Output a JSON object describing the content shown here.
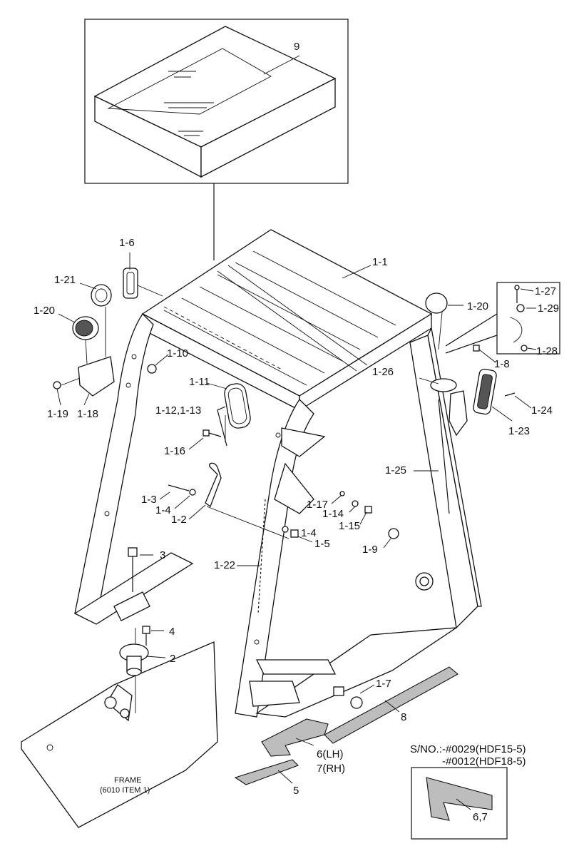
{
  "parts": [
    {
      "id": "9",
      "label": "9"
    },
    {
      "id": "1-1",
      "label": "1-1"
    },
    {
      "id": "1-2",
      "label": "1-2"
    },
    {
      "id": "1-3",
      "label": "1-3"
    },
    {
      "id": "1-4a",
      "label": "1-4"
    },
    {
      "id": "1-4b",
      "label": "1-4"
    },
    {
      "id": "1-5",
      "label": "1-5"
    },
    {
      "id": "1-6",
      "label": "1-6"
    },
    {
      "id": "1-7",
      "label": "1-7"
    },
    {
      "id": "1-8",
      "label": "1-8"
    },
    {
      "id": "1-9",
      "label": "1-9"
    },
    {
      "id": "1-10",
      "label": "1-10"
    },
    {
      "id": "1-11",
      "label": "1-11"
    },
    {
      "id": "1-12-13",
      "label": "1-12,1-13"
    },
    {
      "id": "1-14",
      "label": "1-14"
    },
    {
      "id": "1-15",
      "label": "1-15"
    },
    {
      "id": "1-16",
      "label": "1-16"
    },
    {
      "id": "1-17",
      "label": "1-17"
    },
    {
      "id": "1-18",
      "label": "1-18"
    },
    {
      "id": "1-19",
      "label": "1-19"
    },
    {
      "id": "1-20a",
      "label": "1-20"
    },
    {
      "id": "1-20b",
      "label": "1-20"
    },
    {
      "id": "1-21",
      "label": "1-21"
    },
    {
      "id": "1-22",
      "label": "1-22"
    },
    {
      "id": "1-23",
      "label": "1-23"
    },
    {
      "id": "1-24",
      "label": "1-24"
    },
    {
      "id": "1-25",
      "label": "1-25"
    },
    {
      "id": "1-26",
      "label": "1-26"
    },
    {
      "id": "1-27",
      "label": "1-27"
    },
    {
      "id": "1-28",
      "label": "1-28"
    },
    {
      "id": "1-29",
      "label": "1-29"
    },
    {
      "id": "2",
      "label": "2"
    },
    {
      "id": "3",
      "label": "3"
    },
    {
      "id": "4",
      "label": "4"
    },
    {
      "id": "5",
      "label": "5"
    },
    {
      "id": "6-7-main",
      "label": "6(LH)"
    },
    {
      "id": "7-main",
      "label": "7(RH)"
    },
    {
      "id": "8",
      "label": "8"
    },
    {
      "id": "6-7-inset",
      "label": "6,7"
    }
  ],
  "frame_note": {
    "line1": "FRAME",
    "line2": "(6010 ITEM 1)"
  },
  "serial_note": {
    "line1": "S/NO.:-#0029(HDF15-5)",
    "line2": "-#0012(HDF18-5)"
  }
}
